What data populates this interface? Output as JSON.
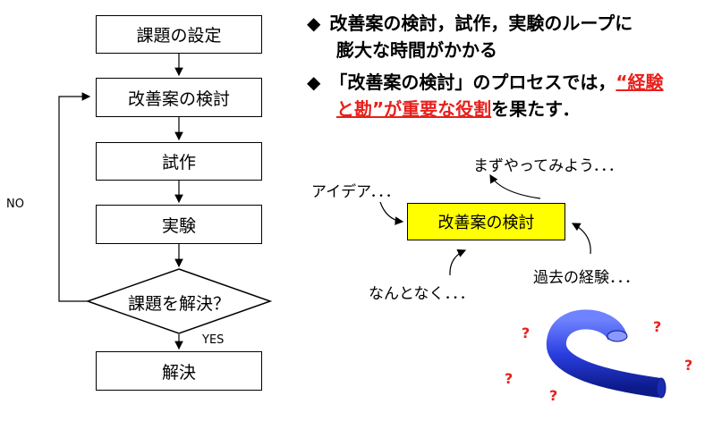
{
  "flowchart": {
    "step_issue": "課題の設定",
    "step_review": "改善案の検討",
    "step_prototype": "試作",
    "step_experiment": "実験",
    "decision": "課題を解決？",
    "step_solved": "解決",
    "label_no": "NO",
    "label_yes": "YES"
  },
  "bullets": {
    "b1_line1": "改善案の検討，試作，実験のループに",
    "b1_line2": "膨大な時間がかかる",
    "b2_part1": "「改善案の検討」のプロセスでは，",
    "b2_highlight1": "“経験",
    "b2_highlight2": "と勘”が重要な役割",
    "b2_part2": "を果たす．",
    "marker": "◆"
  },
  "influence": {
    "center": "改善案の検討",
    "idea": "アイデア．．．",
    "try_first": "まずやってみよう．．．",
    "somehow": "なんとなく．．．",
    "past_exp": "過去の経験．．．",
    "question": "?"
  },
  "colors": {
    "highlight": "#e8201c",
    "center_box": "#ffff00",
    "pipe": "#2b3fe0",
    "question": "#e8201c"
  },
  "icons": [
    "bent-pipe-icon"
  ]
}
